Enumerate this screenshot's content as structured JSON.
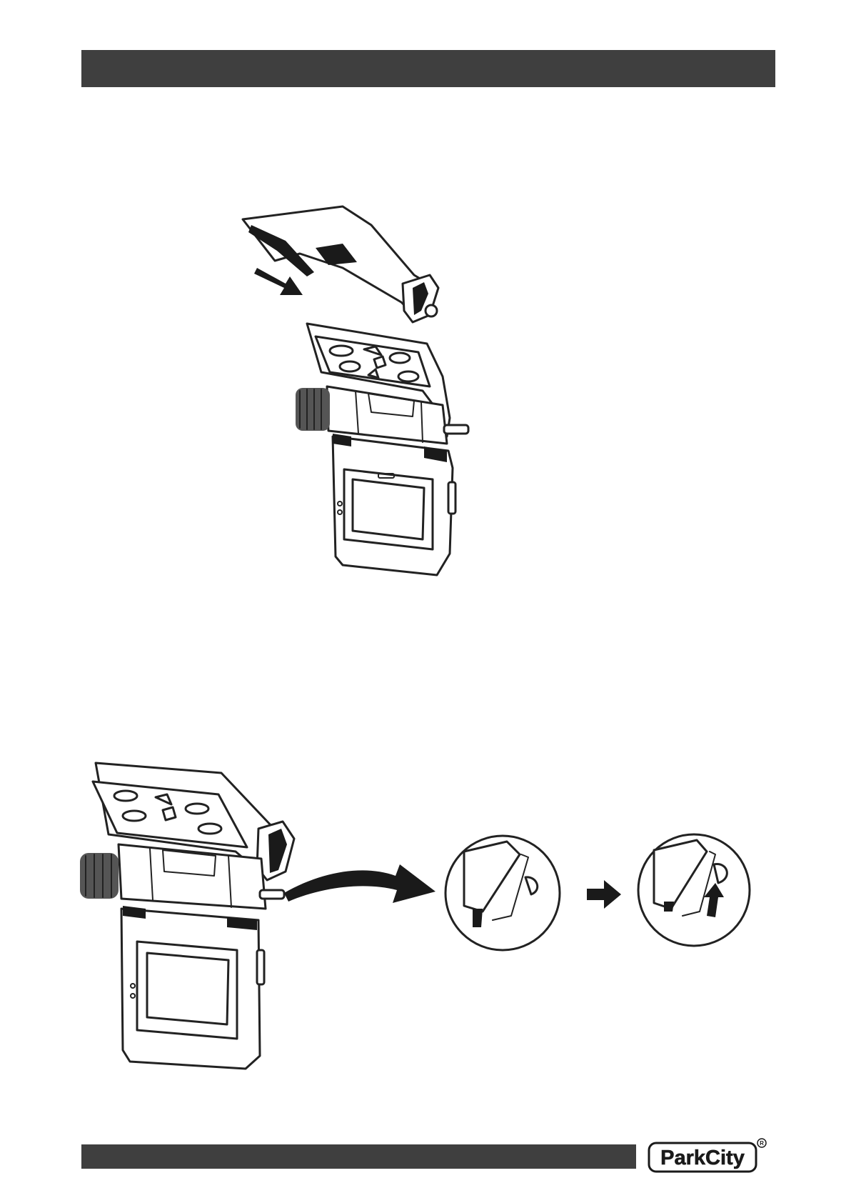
{
  "header": {
    "bar_color": "#3f3f3f"
  },
  "illustrations": {
    "mount_insert": "dashcam-mount-slide-in-drawing",
    "mount_lock": "dashcam-mount-lock-drawing"
  },
  "footer": {
    "bar_color": "#3f3f3f",
    "brand": "ParkCity",
    "registered_mark": "®"
  }
}
